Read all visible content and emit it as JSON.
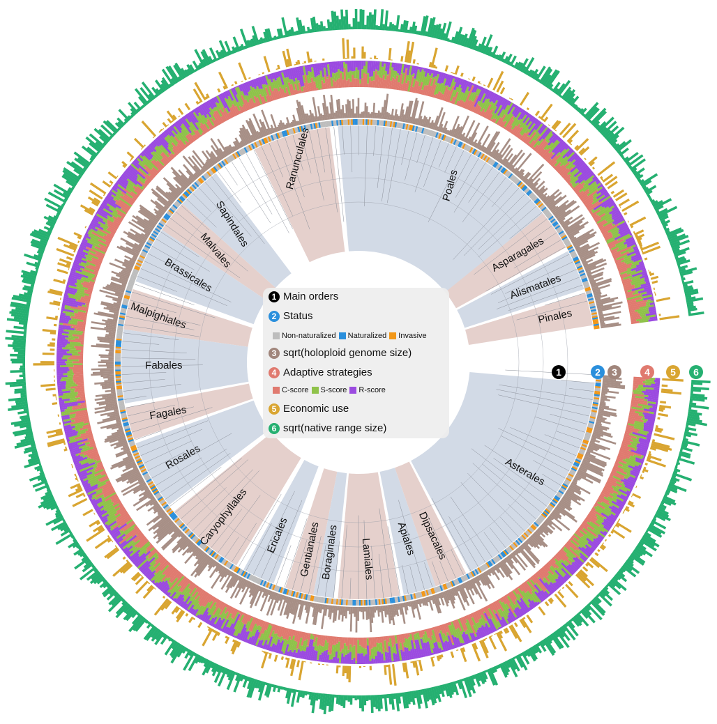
{
  "figure": {
    "orders": [
      {
        "name": "Poales",
        "shade": "blue"
      },
      {
        "name": "Ranunculales",
        "shade": "pink"
      },
      {
        "name": "Sapindales",
        "shade": "blue"
      },
      {
        "name": "Malvales",
        "shade": "pink"
      },
      {
        "name": "Brassicales",
        "shade": "blue"
      },
      {
        "name": "Malpighiales",
        "shade": "pink"
      },
      {
        "name": "Fabales",
        "shade": "blue"
      },
      {
        "name": "Fagales",
        "shade": "pink"
      },
      {
        "name": "Rosales",
        "shade": "blue"
      },
      {
        "name": "Caryophyllales",
        "shade": "pink"
      },
      {
        "name": "Ericales",
        "shade": "blue"
      },
      {
        "name": "Gentianales",
        "shade": "pink"
      },
      {
        "name": "Boraginales",
        "shade": "blue"
      },
      {
        "name": "Lamiales",
        "shade": "pink"
      },
      {
        "name": "Apiales",
        "shade": "blue"
      },
      {
        "name": "Dipsacales",
        "shade": "pink"
      },
      {
        "name": "Asterales",
        "shade": "blue"
      },
      {
        "name": "Pinales",
        "shade": "pink"
      },
      {
        "name": "Alismatales",
        "shade": "blue"
      },
      {
        "name": "Asparagales",
        "shade": "pink"
      }
    ],
    "legend": {
      "items": [
        {
          "num": "1",
          "label": "Main orders",
          "color": "#000000"
        },
        {
          "num": "2",
          "label": "Status",
          "color": "#2a8fdc"
        },
        {
          "num": "3",
          "label": "sqrt(holoploid genome size)",
          "color": "#a0857b"
        },
        {
          "num": "4",
          "label": "Adaptive strategies",
          "color": "#e07a6f"
        },
        {
          "num": "5",
          "label": "Economic use",
          "color": "#d9a531"
        },
        {
          "num": "6",
          "label": "sqrt(native range size)",
          "color": "#25b071"
        }
      ],
      "status_keys": [
        {
          "label": "Non-naturalized",
          "color": "#bdbdbd"
        },
        {
          "label": "Naturalized",
          "color": "#2a8fdc"
        },
        {
          "label": "Invasive",
          "color": "#f29718"
        }
      ],
      "strategy_keys": [
        {
          "label": "C-score",
          "color": "#e07a6f"
        },
        {
          "label": "S-score",
          "color": "#8fc24a"
        },
        {
          "label": "R-score",
          "color": "#9b4be0"
        }
      ]
    },
    "colors": {
      "shade_blue": "#d2dae6",
      "shade_pink": "#e5d0cc",
      "genome": "#a78f86",
      "economic": "#d9a531",
      "range": "#25b071"
    }
  }
}
